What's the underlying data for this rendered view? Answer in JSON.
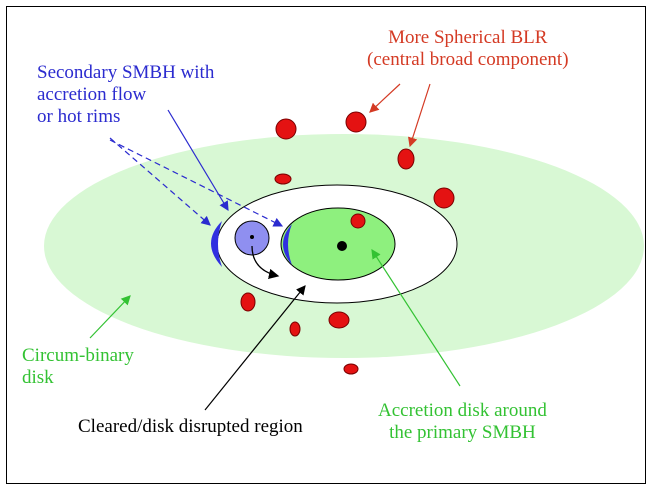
{
  "labels": {
    "secondary_smbh": [
      "Secondary SMBH with",
      "accretion flow",
      "or hot rims"
    ],
    "spherical_blr": [
      "More Spherical BLR",
      "(central broad component)"
    ],
    "circumbinary": [
      "Circum-binary",
      "disk"
    ],
    "accretion_disk": [
      "Accretion disk around",
      "the primary SMBH"
    ],
    "cleared_region": "Cleared/disk disrupted region"
  },
  "colors": {
    "circumbinary_disk": "#d8f8d4",
    "cleared_region": "#ffffff",
    "accretion_disk": "#8ef07e",
    "secondary_body": "#8f8ff0",
    "hot_rims": "#3030e0",
    "blr_clouds": "#e41212",
    "blue_label": "#2b2bcf",
    "red_label": "#d43a24",
    "green_label": "#33c233"
  }
}
